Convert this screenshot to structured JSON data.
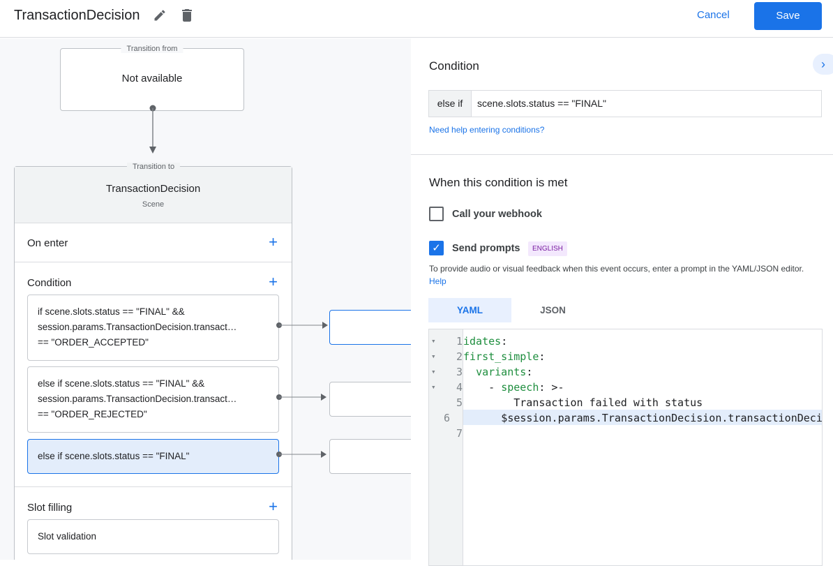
{
  "header": {
    "title": "TransactionDecision",
    "cancel_label": "Cancel",
    "save_label": "Save"
  },
  "graph": {
    "from_legend": "Transition from",
    "from_value": "Not available",
    "to_legend": "Transition to",
    "scene_name": "TransactionDecision",
    "scene_type": "Scene",
    "on_enter": "On enter",
    "condition": "Condition",
    "slot_filling": "Slot filling",
    "slot_validation": "Slot validation",
    "conditions": [
      {
        "line1": "if scene.slots.status == \"FINAL\" &&",
        "line2": "session.params.TransactionDecision.transact…",
        "line3": "== \"ORDER_ACCEPTED\""
      },
      {
        "line1": "else if scene.slots.status == \"FINAL\" &&",
        "line2": "session.params.TransactionDecision.transact…",
        "line3": "== \"ORDER_REJECTED\""
      },
      {
        "line1": "else if scene.slots.status == \"FINAL\""
      }
    ]
  },
  "panel": {
    "condition_title": "Condition",
    "condition_prefix": "else if",
    "condition_value": "scene.slots.status == \"FINAL\"",
    "help_link": "Need help entering conditions?",
    "met_title": "When this condition is met",
    "webhook_label": "Call your webhook",
    "webhook_checked": false,
    "prompts_label": "Send prompts",
    "prompts_checked": true,
    "language_badge": "ENGLISH",
    "prompt_help": "To provide audio or visual feedback when this event occurs, enter a prompt in the YAML/JSON editor.",
    "prompt_help_link": "Help",
    "tabs": [
      {
        "label": "YAML",
        "active": true
      },
      {
        "label": "JSON",
        "active": false
      }
    ],
    "code_lines": [
      {
        "n": "1",
        "key": "idates",
        "rest": ":"
      },
      {
        "n": "2",
        "key": "first_simple",
        "rest": ":"
      },
      {
        "n": "3",
        "indent": "  ",
        "key": "variants",
        "rest": ":"
      },
      {
        "n": "4",
        "indent": "    - ",
        "key": "speech",
        "rest": ": >-"
      },
      {
        "n": "5",
        "text": "        Transaction failed with status"
      },
      {
        "n": "6",
        "text": "        $session.params.TransactionDecision.transactionDecision"
      },
      {
        "n": "7",
        "text": ""
      }
    ]
  },
  "colors": {
    "accent": "#1a73e8",
    "selected_bg": "#e3edfb",
    "code_key": "#1e8e3e"
  }
}
